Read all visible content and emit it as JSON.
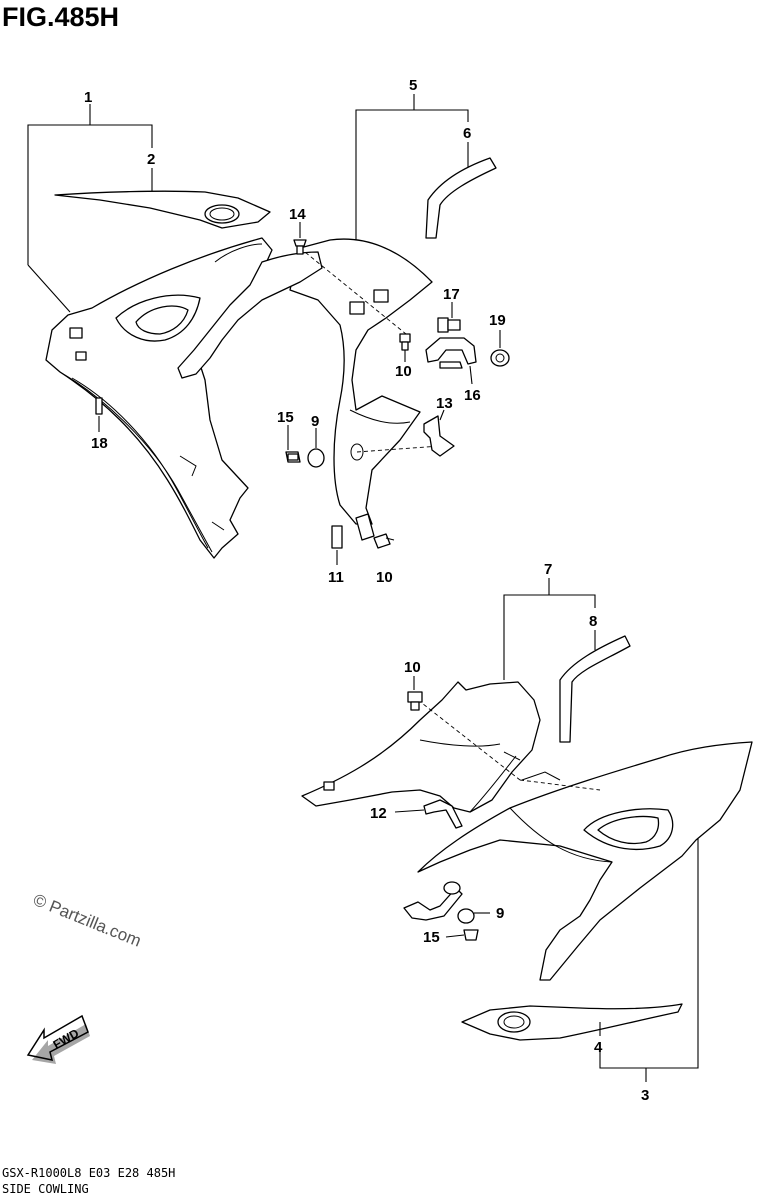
{
  "figure": {
    "title": "FIG.485H",
    "model_code": "GSX-R1000L8  E03  E28  485H",
    "section_name": "SIDE COWLING",
    "copyright": "© Partzilla.com",
    "fwd_label": "FWD"
  },
  "callouts": {
    "c1": "1",
    "c2": "2",
    "c3": "3",
    "c4": "4",
    "c5": "5",
    "c6": "6",
    "c7": "7",
    "c8": "8",
    "c9a": "9",
    "c9b": "9",
    "c10a": "10",
    "c10b": "10",
    "c10c": "10",
    "c11": "11",
    "c12": "12",
    "c13": "13",
    "c14": "14",
    "c15a": "15",
    "c15b": "15",
    "c16": "16",
    "c17": "17",
    "c18": "18",
    "c19": "19"
  }
}
